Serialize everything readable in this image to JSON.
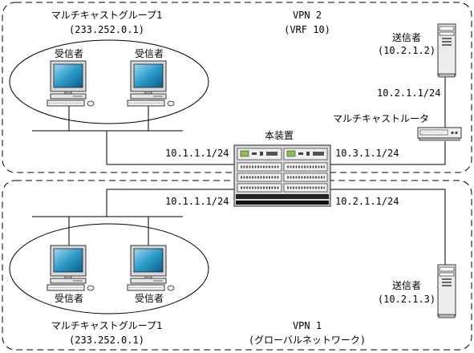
{
  "vpn2": {
    "label": "VPN 2",
    "sublabel": "(VRF 10)",
    "group_name": "マルチキャストグループ1",
    "group_addr": "(233.252.0.1)",
    "receiver_left": "受信者",
    "receiver_right": "受信者",
    "sender_label": "送信者",
    "sender_addr": "(10.2.1.2)",
    "sender_link": "10.2.1.1/24",
    "router_label": "マルチキャストルータ",
    "left_if": "10.1.1.1/24",
    "right_if": "10.3.1.1/24"
  },
  "device": {
    "label": "本装置"
  },
  "vpn1": {
    "label": "VPN 1",
    "sublabel": "(グローバルネットワーク)",
    "group_name": "マルチキャストグループ1",
    "group_addr": "(233.252.0.1)",
    "receiver_left": "受信者",
    "receiver_right": "受信者",
    "sender_label": "送信者",
    "sender_addr": "(10.2.1.3)",
    "left_if": "10.1.1.1/24",
    "right_if": "10.2.1.1/24"
  }
}
